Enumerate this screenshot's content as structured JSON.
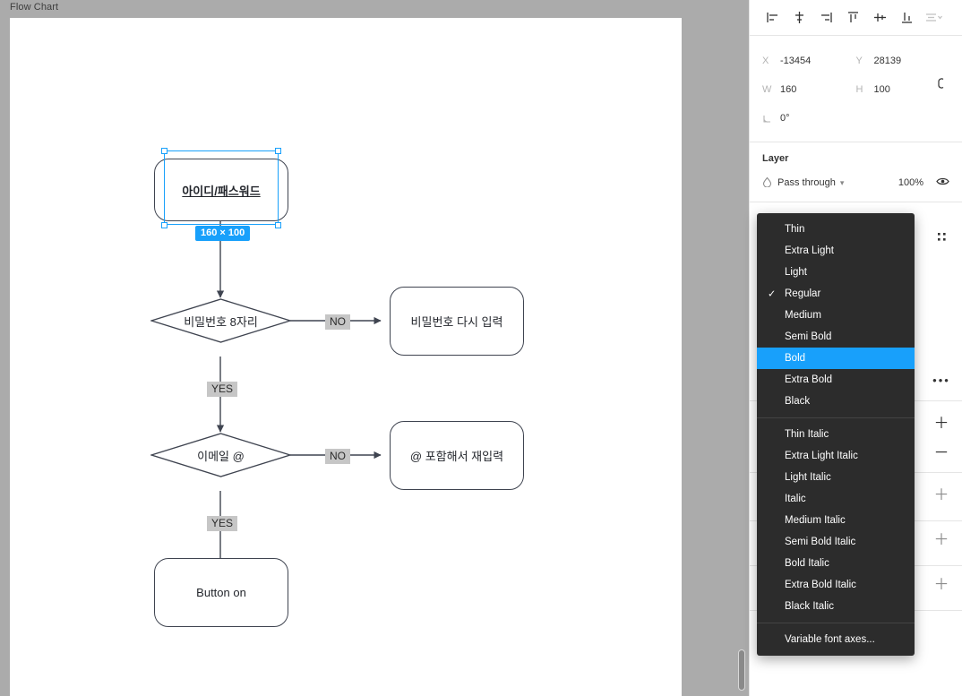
{
  "canvas": {
    "title": "Flow Chart",
    "selection_badge": "160 × 100",
    "flow": {
      "nodes": [
        {
          "id": "start",
          "label": "아이디/패스워드",
          "shape": "rounded-rect",
          "selected": true
        },
        {
          "id": "dec1",
          "label": "비밀번호 8자리",
          "shape": "diamond"
        },
        {
          "id": "retry1",
          "label": "비밀번호 다시 입력",
          "shape": "rounded-rect"
        },
        {
          "id": "dec2",
          "label": "이메일 @",
          "shape": "diamond"
        },
        {
          "id": "retry2",
          "label": "@ 포함해서 재입력",
          "shape": "rounded-rect"
        },
        {
          "id": "end",
          "label": "Button on",
          "shape": "rounded-rect"
        }
      ],
      "edge_labels": {
        "no1": "NO",
        "yes1": "YES",
        "no2": "NO",
        "yes2": "YES"
      }
    }
  },
  "panel": {
    "align_buttons": [
      {
        "name": "align-left-icon",
        "title": "Align left"
      },
      {
        "name": "align-horizontal-center-icon",
        "title": "Align horizontal centers"
      },
      {
        "name": "align-right-icon",
        "title": "Align right"
      },
      {
        "name": "align-top-icon",
        "title": "Align top"
      },
      {
        "name": "align-vertical-center-icon",
        "title": "Align vertical centers"
      },
      {
        "name": "align-bottom-icon",
        "title": "Align bottom"
      },
      {
        "name": "distribute-icon",
        "title": "Distribute"
      }
    ],
    "properties": {
      "x_key": "X",
      "x_value": "-13454",
      "y_key": "Y",
      "y_value": "28139",
      "w_key": "W",
      "w_value": "160",
      "h_key": "H",
      "h_value": "100",
      "rotation_value": "0°"
    },
    "layer": {
      "title": "Layer",
      "blend_mode": "Pass through",
      "opacity": "100%"
    }
  },
  "font_menu": {
    "weights": [
      {
        "label": "Thin",
        "checked": false,
        "highlighted": false
      },
      {
        "label": "Extra Light",
        "checked": false,
        "highlighted": false
      },
      {
        "label": "Light",
        "checked": false,
        "highlighted": false
      },
      {
        "label": "Regular",
        "checked": true,
        "highlighted": false
      },
      {
        "label": "Medium",
        "checked": false,
        "highlighted": false
      },
      {
        "label": "Semi Bold",
        "checked": false,
        "highlighted": false
      },
      {
        "label": "Bold",
        "checked": false,
        "highlighted": true
      },
      {
        "label": "Extra Bold",
        "checked": false,
        "highlighted": false
      },
      {
        "label": "Black",
        "checked": false,
        "highlighted": false
      }
    ],
    "italics": [
      {
        "label": "Thin Italic",
        "checked": false,
        "highlighted": false
      },
      {
        "label": "Extra Light Italic",
        "checked": false,
        "highlighted": false
      },
      {
        "label": "Light Italic",
        "checked": false,
        "highlighted": false
      },
      {
        "label": "Italic",
        "checked": false,
        "highlighted": false
      },
      {
        "label": "Medium Italic",
        "checked": false,
        "highlighted": false
      },
      {
        "label": "Semi Bold Italic",
        "checked": false,
        "highlighted": false
      },
      {
        "label": "Bold Italic",
        "checked": false,
        "highlighted": false
      },
      {
        "label": "Extra Bold Italic",
        "checked": false,
        "highlighted": false
      },
      {
        "label": "Black Italic",
        "checked": false,
        "highlighted": false
      }
    ],
    "footer": "Variable font axes...",
    "check_glyph": "✓"
  },
  "colors": {
    "accent": "#18a0fb",
    "menu_bg": "#2c2c2c",
    "canvas_bg": "#ababab",
    "node_stroke": "#3f4450",
    "edge_label_bg": "#c6c6c6"
  }
}
